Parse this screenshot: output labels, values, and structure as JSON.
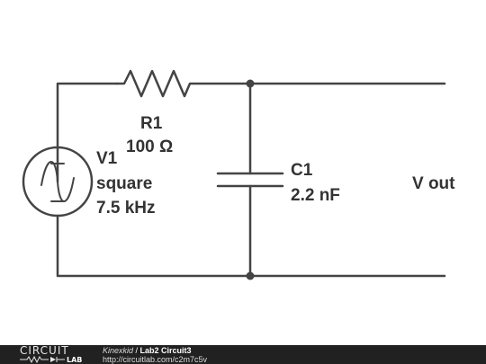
{
  "schematic": {
    "r1": {
      "name": "R1",
      "value": "100 Ω"
    },
    "c1": {
      "name": "C1",
      "value": "2.2 nF"
    },
    "v1": {
      "name": "V1",
      "waveform": "square",
      "frequency": "7.5 kHz"
    },
    "output_label": "V out"
  },
  "footer": {
    "logo_top": "CIRCUIT",
    "logo_bottom": "LAB",
    "author": "Kinexkid",
    "separator": " / ",
    "title": "Lab2 Circuit3",
    "url": "http://circuitlab.com/c2m7c5v"
  },
  "colors": {
    "wire": "#444444",
    "text": "#333333",
    "footer_bg": "#212121"
  }
}
